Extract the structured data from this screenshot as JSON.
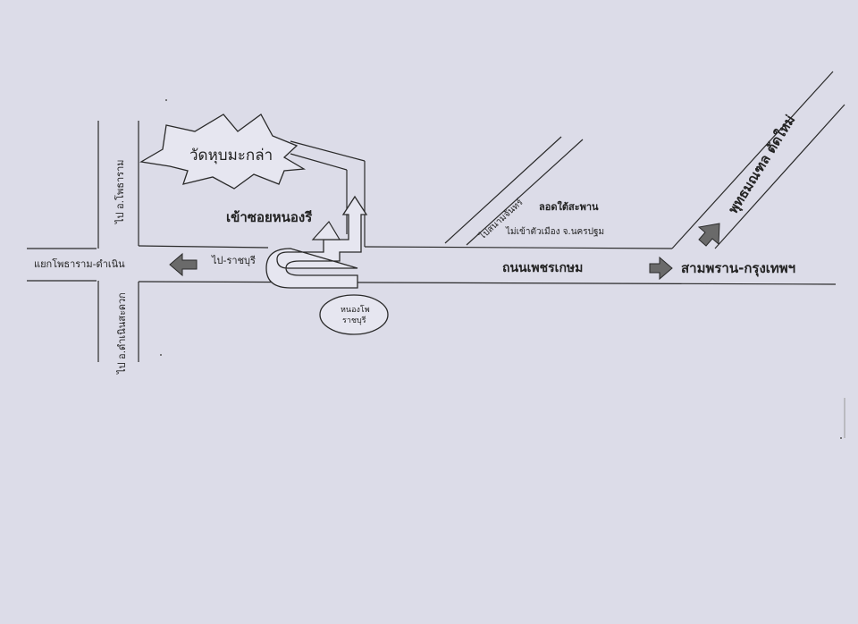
{
  "labels": {
    "temple": "วัดหุบมะกล่า",
    "enter_soi": "เข้าซอยหนองรี",
    "to_rachaburi": "ไป-ราชบุรี",
    "nong_pho": "หนองโพ",
    "nong_pho_sub": "ราชบุรี",
    "left_road": "แยกโพธาราม-ดำเนิน",
    "to_photharam": "ไป อ.โพธาราม",
    "to_damnoen": "ไป อ.ดำเนินสะดวก",
    "phetkasem": "ถนนเพชรเกษม",
    "sampran_bkk": "สามพราน-กรุงเทพฯ",
    "to_sanam_chan": "ไปสนามจันทร์",
    "under_bridge": "ลอดใต้สะพาน",
    "not_city": "ไม่เข้าตัวเมือง จ.นครปฐม",
    "new_cut_road": "พุทธมณฑล ตัดใหม่"
  },
  "colors": {
    "background": "#dcdce8",
    "line": "#2a2a2a",
    "arrow_fill": "#6a6a6a",
    "shape_fill": "#e6e6f0"
  },
  "icons": {
    "temple": "star-burst-icon",
    "town": "ellipse-icon",
    "direction": "block-arrow-icon"
  }
}
